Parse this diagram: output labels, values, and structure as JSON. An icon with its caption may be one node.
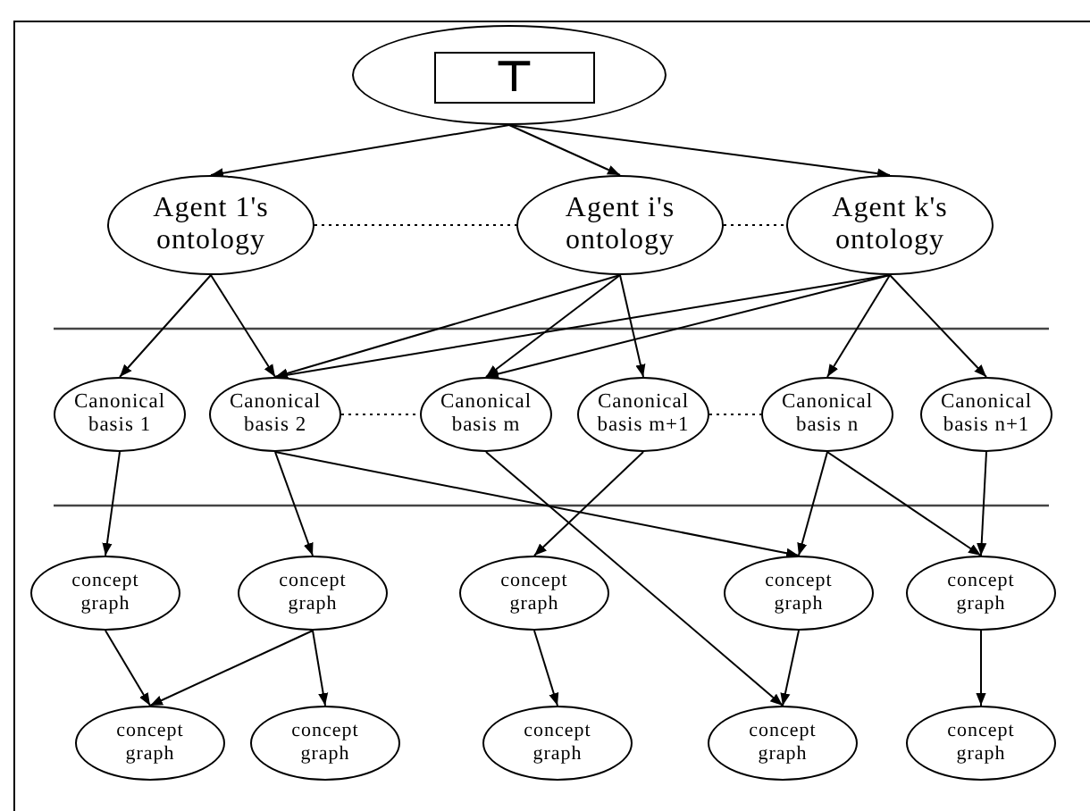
{
  "diagram": {
    "nodes": [
      {
        "text": [],
        "shape": "ellipse"
      },
      {
        "text": [
          "⊤"
        ],
        "in": 0
      },
      {
        "text": [
          "Agent 1's ontology"
        ]
      },
      {
        "text": [
          "Agent i's ontology"
        ]
      },
      {
        "text": [
          "Agent k's ontology"
        ]
      },
      {
        "text": [
          "Canonical basis 1"
        ]
      },
      {
        "text": [
          "Canonical basis 2"
        ]
      },
      {
        "text": [
          "Canonical basis m"
        ]
      },
      {
        "text": [
          "Canonical basis m+1"
        ]
      },
      {
        "text": [
          "Canonical basis n"
        ]
      },
      {
        "text": [
          "Canonical basis n+1"
        ]
      },
      {
        "text": [
          "concept graph"
        ]
      },
      {
        "text": [
          "concept graph"
        ]
      },
      {
        "text": [
          "concept graph"
        ]
      },
      {
        "text": [
          "concept graph"
        ]
      },
      {
        "text": [
          "concept graph"
        ]
      },
      {
        "text": [
          "concept graph"
        ]
      },
      {
        "text": [
          "concept graph"
        ]
      },
      {
        "text": [
          "concept graph"
        ]
      },
      {
        "text": [
          "concept graph"
        ]
      },
      {
        "text": [
          "concept graph"
        ]
      }
    ],
    "edges": [
      {
        "from": 0,
        "to": 2,
        "arrow": "to"
      },
      {
        "from": 0,
        "to": 3,
        "arrow": "to"
      },
      {
        "from": 0,
        "to": 4,
        "arrow": "to"
      },
      {
        "from": 2,
        "to": 3,
        "arrow": "none",
        "style": "dashed"
      },
      {
        "from": 3,
        "to": 4,
        "arrow": "none",
        "style": "dashed"
      },
      {
        "from": 2,
        "to": 5,
        "arrow": "to"
      },
      {
        "from": 2,
        "to": 6,
        "arrow": "to"
      },
      {
        "from": 3,
        "to": 6,
        "arrow": "to"
      },
      {
        "from": 3,
        "to": 7,
        "arrow": "to"
      },
      {
        "from": 3,
        "to": 8,
        "arrow": "to"
      },
      {
        "from": 4,
        "to": 6,
        "arrow": "to"
      },
      {
        "from": 4,
        "to": 7,
        "arrow": "to"
      },
      {
        "from": 4,
        "to": 9,
        "arrow": "to"
      },
      {
        "from": 4,
        "to": 10,
        "arrow": "to"
      },
      {
        "from": 6,
        "to": 7,
        "arrow": "none",
        "style": "dashed"
      },
      {
        "from": 8,
        "to": 9,
        "arrow": "none",
        "style": "dashed"
      },
      {
        "from": 5,
        "to": 11,
        "arrow": "to"
      },
      {
        "from": 6,
        "to": 12,
        "arrow": "to"
      },
      {
        "from": 6,
        "to": 14,
        "arrow": "to"
      },
      {
        "from": 7,
        "to": 19,
        "arrow": "to"
      },
      {
        "from": 8,
        "to": 13,
        "arrow": "to"
      },
      {
        "from": 9,
        "to": 14,
        "arrow": "to"
      },
      {
        "from": 9,
        "to": 15,
        "arrow": "to"
      },
      {
        "from": 10,
        "to": 15,
        "arrow": "to"
      },
      {
        "from": 11,
        "to": 16,
        "arrow": "to"
      },
      {
        "from": 12,
        "to": 16,
        "arrow": "to"
      },
      {
        "from": 12,
        "to": 17,
        "arrow": "to"
      },
      {
        "from": 13,
        "to": 18,
        "arrow": "to"
      },
      {
        "from": 14,
        "to": 19,
        "arrow": "to"
      },
      {
        "from": 15,
        "to": 20,
        "arrow": "to"
      }
    ]
  }
}
